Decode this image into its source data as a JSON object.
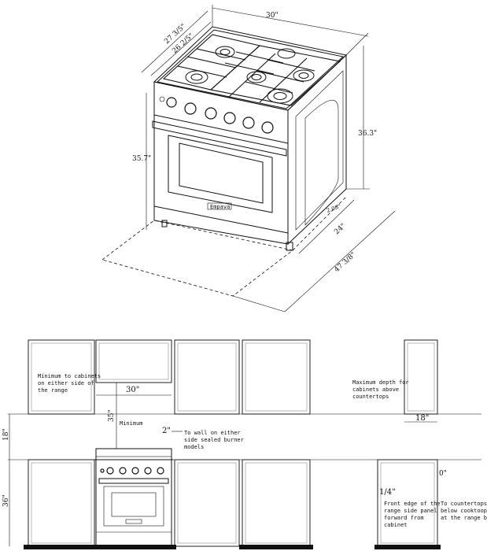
{
  "top_diagram": {
    "width_label": "30\"",
    "depth_label_outer": "27 3/5\"",
    "depth_label_inner": "26 2/5\"",
    "height_label_right": "36.3\"",
    "height_label_left": "35.7\"",
    "side_label_small": "2.08\"",
    "floor_depth_label": "24\"",
    "floor_total_label": "47 3/8\"",
    "brand_badge": "Empava"
  },
  "bottom_diagram": {
    "note_min_cabinets": [
      "Minimum to cabinets",
      "on either side of",
      "the range"
    ],
    "width_30": "30\"",
    "min_35": "35\"",
    "min_label": "Minimum",
    "two_inch": "2\"",
    "note_wall": [
      "To wall on either",
      "side sealed burner",
      "models"
    ],
    "height_18_left": "18\"",
    "height_36_left": "36\"",
    "note_max_depth": [
      "Maximum depth for",
      "cabinets above",
      "countertops"
    ],
    "depth_18": "18\"",
    "quarter_inch": "1/4\"",
    "zero_inch": "0\"",
    "note_front_edge": [
      "Front edge of the",
      "range side panel",
      "forward from",
      "cabinet"
    ],
    "note_countertops": [
      "To countertops",
      "below cooktoop and",
      "at the range back"
    ]
  },
  "colors": {
    "line": "#111111",
    "floor_bar": "#111111"
  }
}
